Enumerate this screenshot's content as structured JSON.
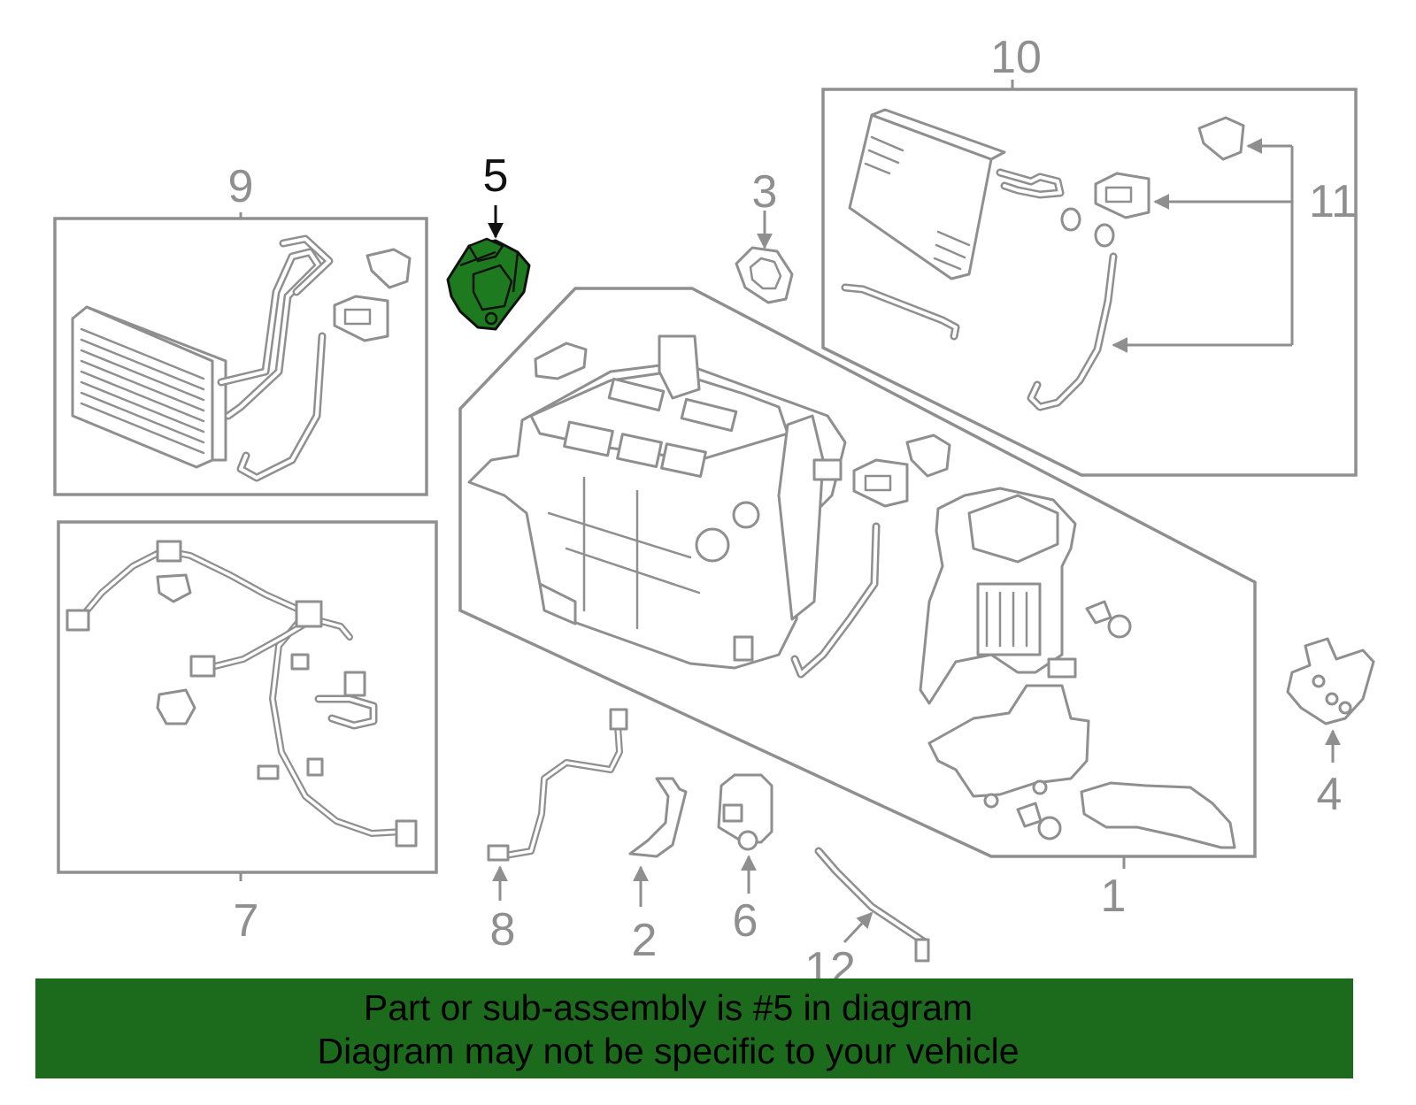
{
  "callouts": {
    "c1": "1",
    "c2": "2",
    "c3": "3",
    "c4": "4",
    "c5": "5",
    "c6": "6",
    "c7": "7",
    "c8": "8",
    "c9": "9",
    "c10": "10",
    "c11": "11",
    "c12": "12"
  },
  "highlight": {
    "part_number": "5",
    "color": "#1e7a1e"
  },
  "banner": {
    "line1": "Part or sub-assembly is #5 in diagram",
    "line2": "Diagram may not be specific to your vehicle",
    "background": "#1c6b1c"
  },
  "colors": {
    "line": "#8f8f8f",
    "highlight_label": "#111111"
  }
}
